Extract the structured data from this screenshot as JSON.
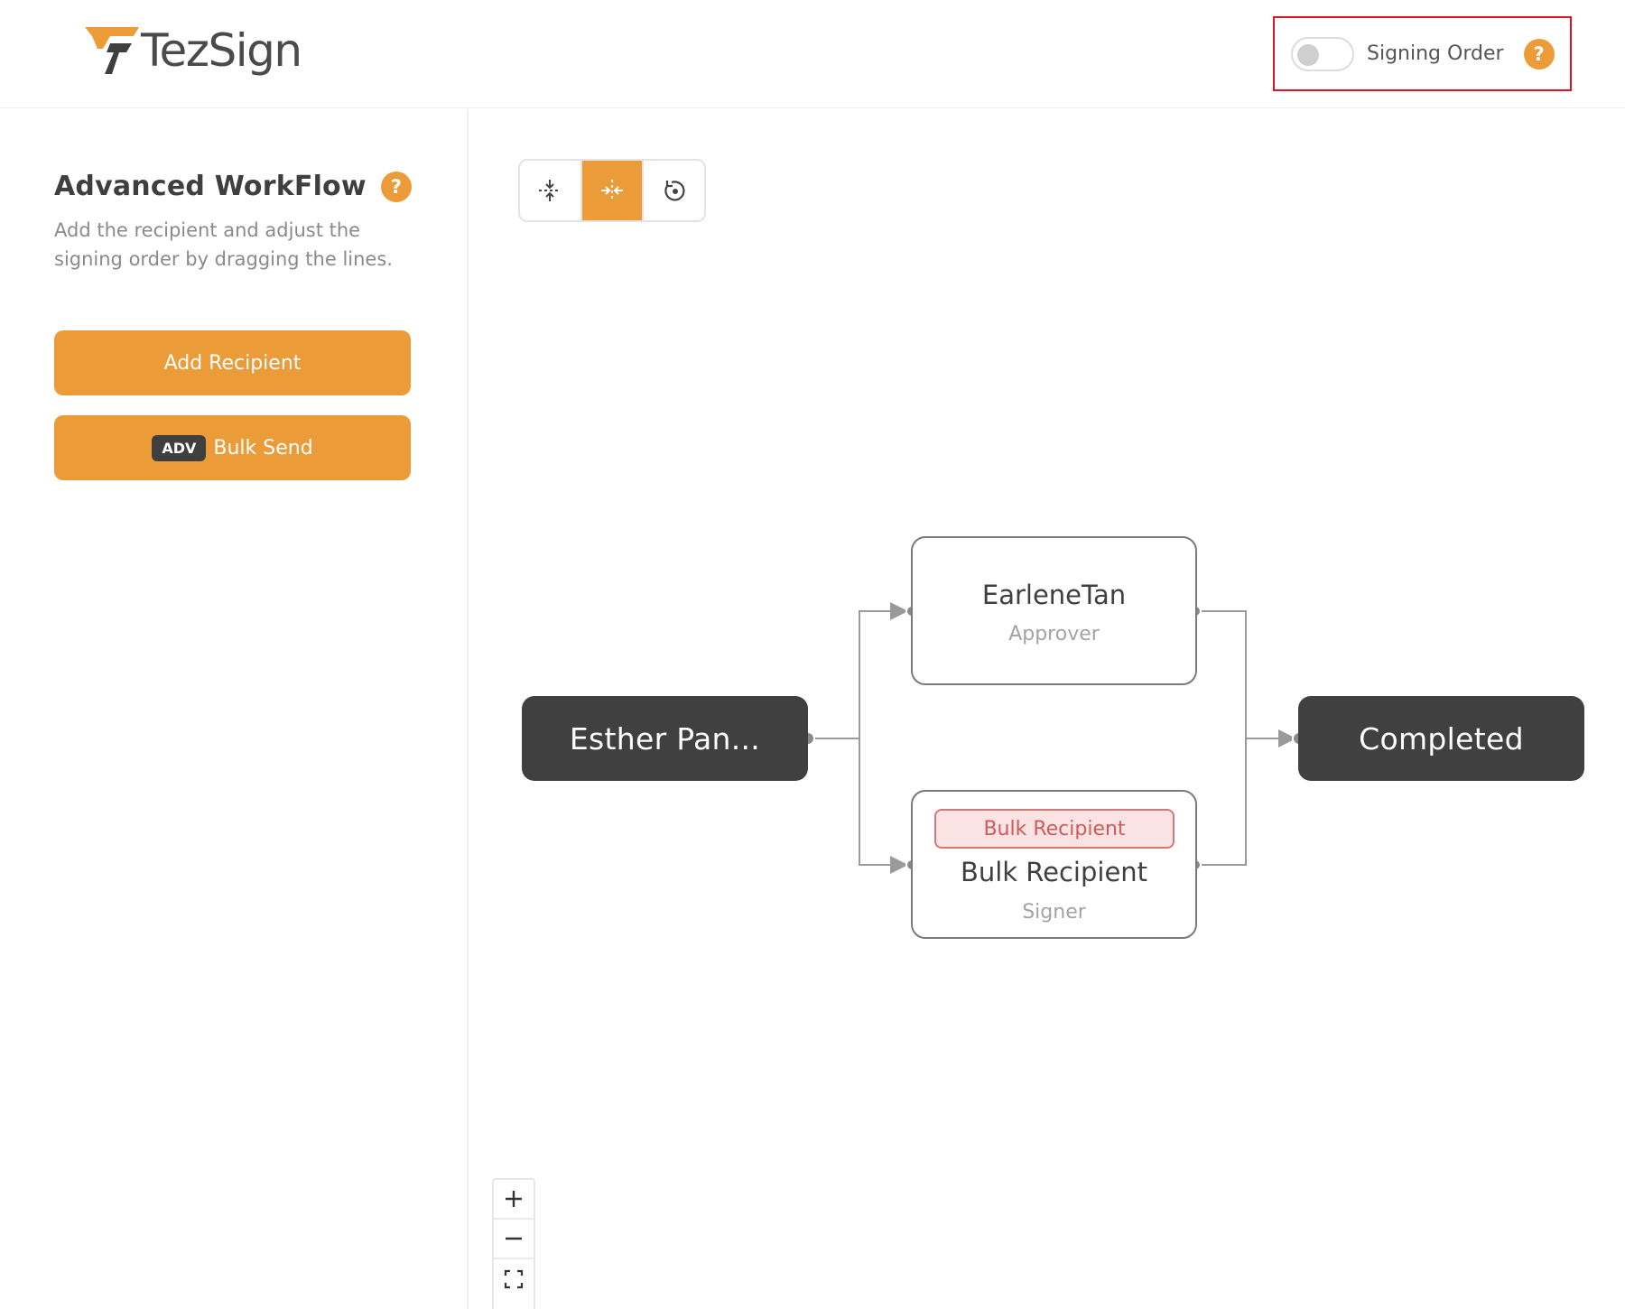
{
  "header": {
    "brand_name": "TezSign",
    "signing_order": {
      "label": "Signing Order",
      "enabled": false,
      "help_glyph": "?"
    }
  },
  "sidebar": {
    "title": "Advanced WorkFlow",
    "help_glyph": "?",
    "description": "Add the recipient and adjust the signing order by dragging the lines.",
    "add_recipient_label": "Add Recipient",
    "bulk_send": {
      "badge": "ADV",
      "label": "Bulk Send"
    }
  },
  "canvas": {
    "view_controls": [
      {
        "icon": "collapse-vertical-icon",
        "active": false
      },
      {
        "icon": "expand-horizontal-icon",
        "active": true
      },
      {
        "icon": "reset-rotate-icon",
        "active": false
      }
    ],
    "zoom_controls": [
      {
        "icon": "zoom-in-icon",
        "glyph": "+"
      },
      {
        "icon": "zoom-out-icon",
        "glyph": "−"
      },
      {
        "icon": "fit-view-icon"
      }
    ]
  },
  "workflow": {
    "start_node": {
      "label": "Esther Pan..."
    },
    "end_node": {
      "label": "Completed"
    },
    "recipients": [
      {
        "name": "EarleneTan",
        "role": "Approver",
        "tag": ""
      },
      {
        "name": "Bulk Recipient",
        "role": "Signer",
        "tag": "Bulk Recipient"
      }
    ]
  },
  "colors": {
    "accent": "#eb9c39",
    "dark_node": "#404040",
    "highlight_border": "#e0141e",
    "bulk_tag_bg": "#fbe3e3",
    "bulk_tag_text": "#cc5c5c"
  }
}
